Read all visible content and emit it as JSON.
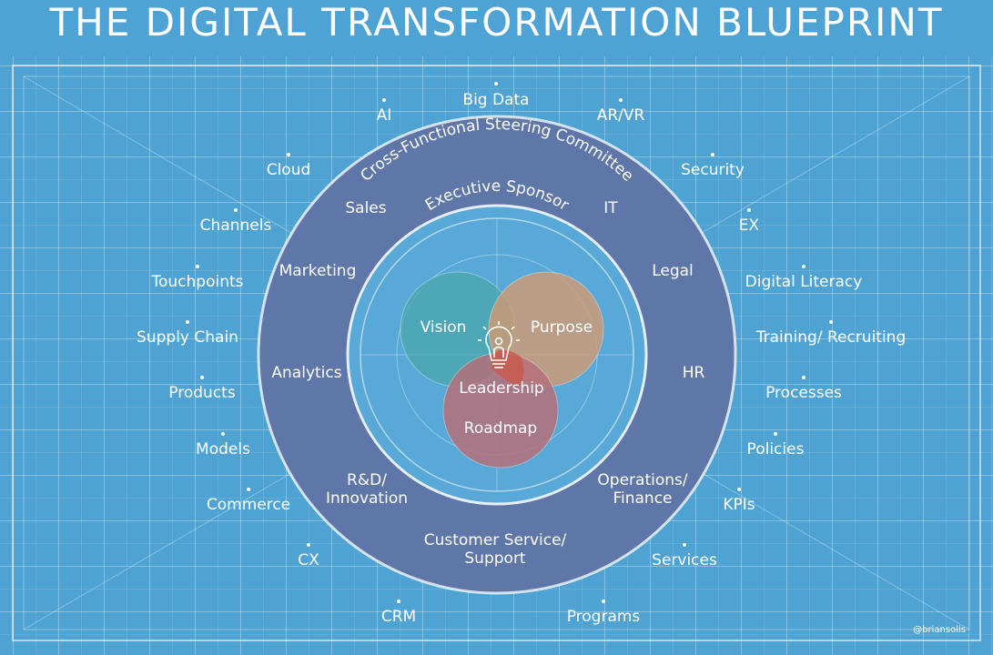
{
  "title": "THE DIGITAL TRANSFORMATION BLUEPRINT",
  "credit": "@briansolis",
  "arcs": {
    "outer": "Cross-Functional Steering Committee",
    "inner": "Executive Sponsor"
  },
  "core": {
    "vision": "Vision",
    "purpose": "Purpose",
    "leadership": "Leadership",
    "roadmap": "Roadmap"
  },
  "ring_labels": {
    "sales": "Sales",
    "it": "IT",
    "marketing": "Marketing",
    "legal": "Legal",
    "analytics": "Analytics",
    "hr": "HR",
    "rd_innovation": "R&D/ Innovation",
    "operations_finance": "Operations/ Finance",
    "customer_service_support": "Customer Service/ Support"
  },
  "outer_labels": {
    "big_data": "Big Data",
    "ai": "AI",
    "ar_vr": "AR/VR",
    "cloud": "Cloud",
    "security": "Security",
    "channels": "Channels",
    "ex": "EX",
    "touchpoints": "Touchpoints",
    "digital_literacy": "Digital Literacy",
    "supply_chain": "Supply Chain",
    "training_recruiting": "Training/ Recruiting",
    "products": "Products",
    "processes": "Processes",
    "models": "Models",
    "policies": "Policies",
    "commerce": "Commerce",
    "kpis": "KPIs",
    "cx": "CX",
    "services": "Services",
    "crm": "CRM",
    "programs": "Programs"
  },
  "colors": {
    "background": "#4fa3d3",
    "outer_ring": "#5e76a8",
    "vision": "#4ba6ac",
    "purpose": "#d29a72",
    "roadmap": "#b4707a",
    "overlap": "#c85a4e"
  },
  "icons": {
    "center": "lightbulb-person-icon"
  }
}
